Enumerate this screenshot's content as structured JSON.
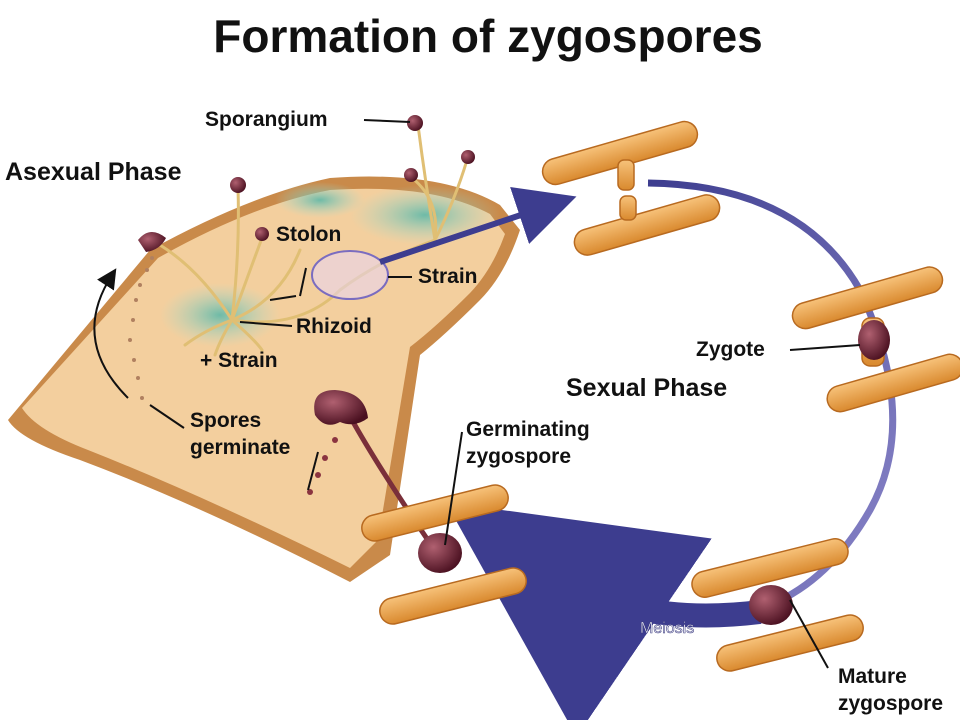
{
  "title": "Formation of zygospores",
  "phases": {
    "asexual": "Asexual Phase",
    "sexual": "Sexual Phase"
  },
  "labels": {
    "sporangium": "Sporangium",
    "stolon": "Stolon",
    "strain_minus": "Strain",
    "rhizoid": "Rhizoid",
    "strain_plus": "+ Strain",
    "spores_germinate_1": "Spores",
    "spores_germinate_2": "germinate",
    "germinating_zygospore_1": "Germinating",
    "germinating_zygospore_2": "zygospore",
    "zygote": "Zygote",
    "meiosis": "Meiosis",
    "mature_zygospore_1": "Mature",
    "mature_zygospore_2": "zygospore"
  },
  "colors": {
    "bread_crust": "#c98a4a",
    "bread_crumb": "#f3cf9e",
    "mold": "#9fd3c7",
    "hypha": "#e6c27a",
    "sporangium": "#7a2f3a",
    "arrow": "#4a4a9e"
  }
}
